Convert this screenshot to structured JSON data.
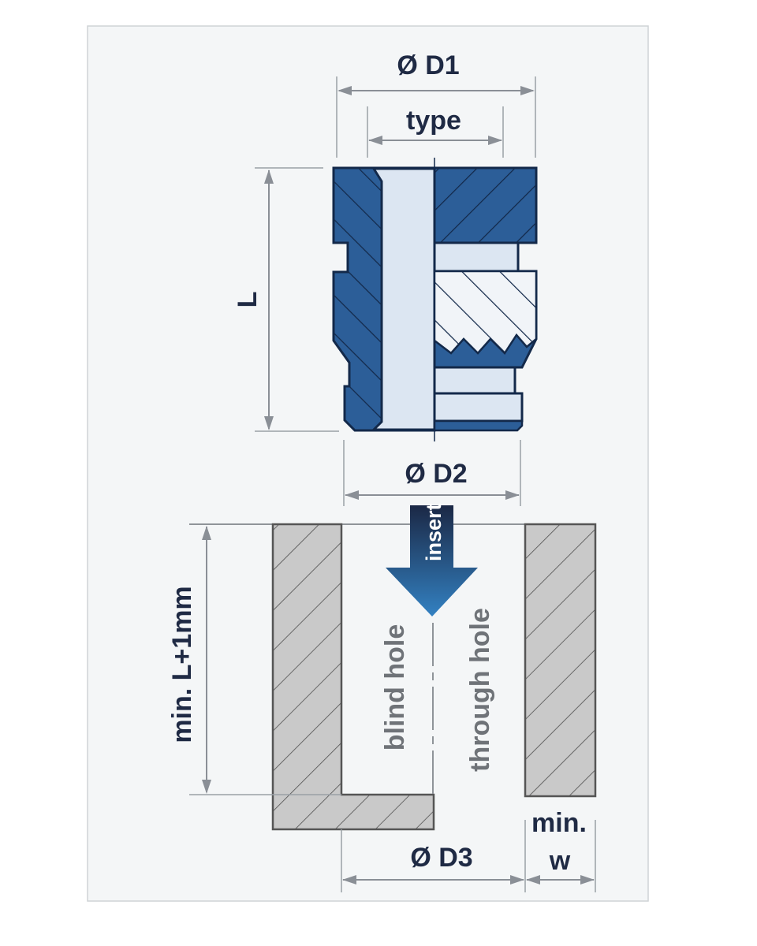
{
  "labels": {
    "d1": "Ø D1",
    "type": "type",
    "length": "L",
    "d2": "Ø D2",
    "insert": "insert",
    "min_depth": "min. L+1mm",
    "blind_hole": "blind hole",
    "through_hole": "through hole",
    "d3": "Ø D3",
    "min": "min.",
    "w": "w"
  },
  "colors": {
    "insert_blue": "#2c5e98",
    "insert_light": "#dce6f2",
    "material_gray": "#c9c9c9",
    "text": "#1f2a44",
    "arrow_top": "#1b2845",
    "arrow_bottom": "#3381c2"
  }
}
